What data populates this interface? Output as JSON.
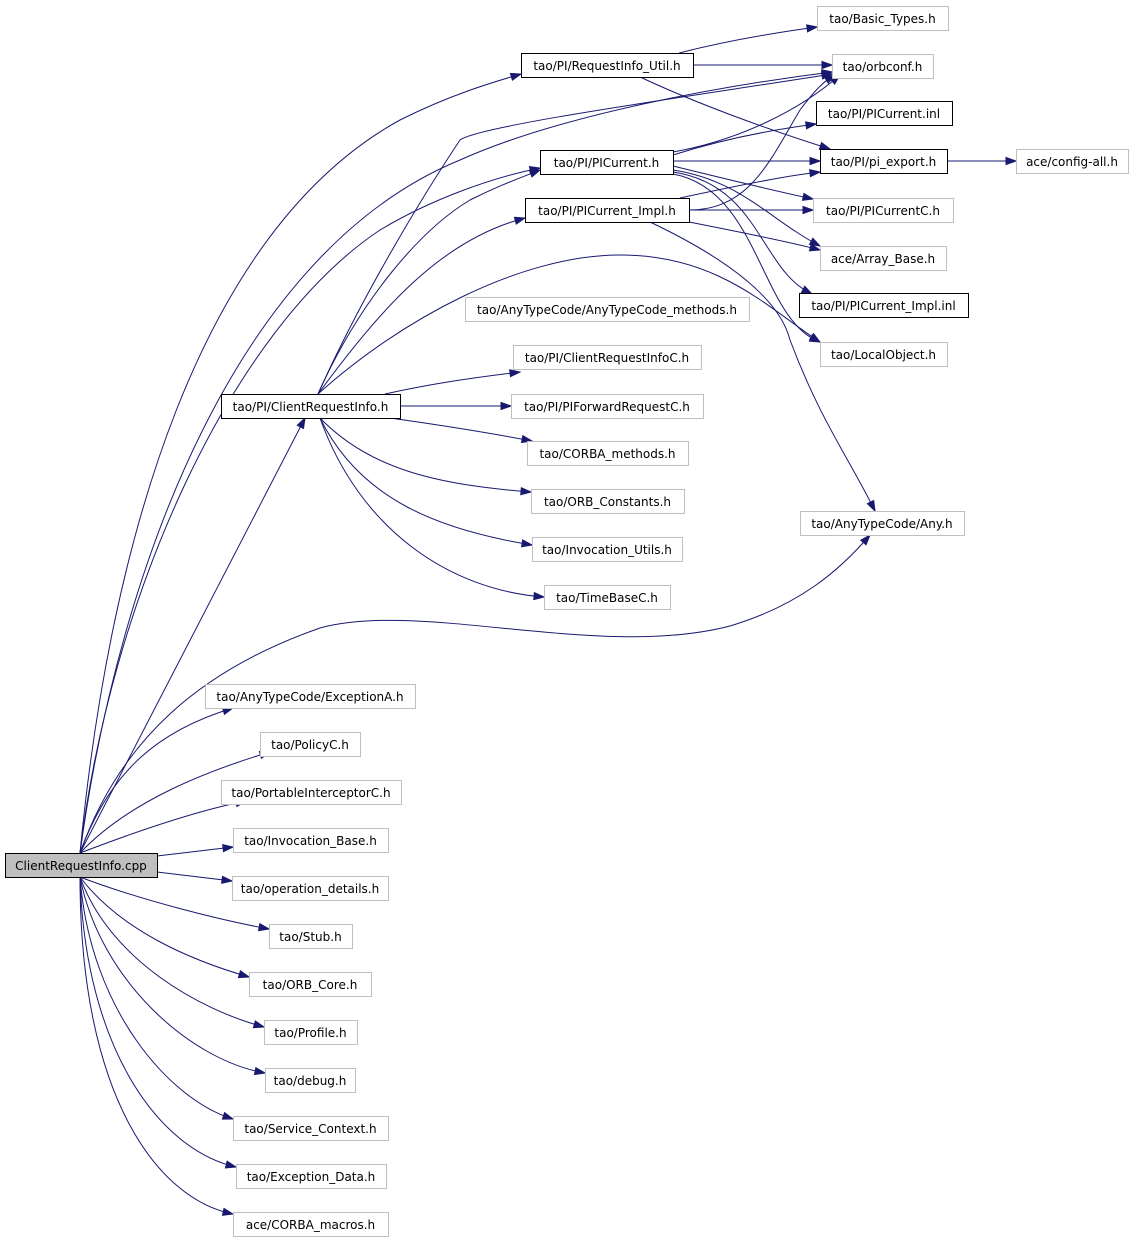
{
  "graph": {
    "type": "include-dependency-graph",
    "colors": {
      "edge": "#191970",
      "root_fill": "#bfbfbf",
      "node_border_strong": "#000000",
      "node_border_weak": "#bfbfbf"
    },
    "nodes": [
      {
        "id": "root",
        "label": "ClientRequestInfo.cpp",
        "style": "root"
      },
      {
        "id": "ri_util",
        "label": "tao/PI/RequestInfo_Util.h",
        "style": "strong"
      },
      {
        "id": "basic_types",
        "label": "tao/Basic_Types.h",
        "style": "weak"
      },
      {
        "id": "orbconf",
        "label": "tao/orbconf.h",
        "style": "weak"
      },
      {
        "id": "picur_inl",
        "label": "tao/PI/PICurrent.inl",
        "style": "strong"
      },
      {
        "id": "picur",
        "label": "tao/PI/PICurrent.h",
        "style": "strong"
      },
      {
        "id": "pi_export",
        "label": "tao/PI/pi_export.h",
        "style": "strong"
      },
      {
        "id": "config_all",
        "label": "ace/config-all.h",
        "style": "weak"
      },
      {
        "id": "picur_impl",
        "label": "tao/PI/PICurrent_Impl.h",
        "style": "strong"
      },
      {
        "id": "picurC",
        "label": "tao/PI/PICurrentC.h",
        "style": "weak"
      },
      {
        "id": "array_base",
        "label": "ace/Array_Base.h",
        "style": "weak"
      },
      {
        "id": "picur_impl_inl",
        "label": "tao/PI/PICurrent_Impl.inl",
        "style": "strong"
      },
      {
        "id": "atc_methods",
        "label": "tao/AnyTypeCode/AnyTypeCode_methods.h",
        "style": "weak"
      },
      {
        "id": "localobj",
        "label": "tao/LocalObject.h",
        "style": "weak"
      },
      {
        "id": "criC",
        "label": "tao/PI/ClientRequestInfoC.h",
        "style": "weak"
      },
      {
        "id": "cri_h",
        "label": "tao/PI/ClientRequestInfo.h",
        "style": "strong"
      },
      {
        "id": "pifwd",
        "label": "tao/PI/PIForwardRequestC.h",
        "style": "weak"
      },
      {
        "id": "corba_methods",
        "label": "tao/CORBA_methods.h",
        "style": "weak"
      },
      {
        "id": "orb_const",
        "label": "tao/ORB_Constants.h",
        "style": "weak"
      },
      {
        "id": "any_h",
        "label": "tao/AnyTypeCode/Any.h",
        "style": "weak"
      },
      {
        "id": "inv_utils",
        "label": "tao/Invocation_Utils.h",
        "style": "weak"
      },
      {
        "id": "timebase",
        "label": "tao/TimeBaseC.h",
        "style": "weak"
      },
      {
        "id": "excA",
        "label": "tao/AnyTypeCode/ExceptionA.h",
        "style": "weak"
      },
      {
        "id": "policyC",
        "label": "tao/PolicyC.h",
        "style": "weak"
      },
      {
        "id": "piC",
        "label": "tao/PortableInterceptorC.h",
        "style": "weak"
      },
      {
        "id": "inv_base",
        "label": "tao/Invocation_Base.h",
        "style": "weak"
      },
      {
        "id": "op_details",
        "label": "tao/operation_details.h",
        "style": "weak"
      },
      {
        "id": "stub",
        "label": "tao/Stub.h",
        "style": "weak"
      },
      {
        "id": "orb_core",
        "label": "tao/ORB_Core.h",
        "style": "weak"
      },
      {
        "id": "profile",
        "label": "tao/Profile.h",
        "style": "weak"
      },
      {
        "id": "debug",
        "label": "tao/debug.h",
        "style": "weak"
      },
      {
        "id": "svc_ctx",
        "label": "tao/Service_Context.h",
        "style": "weak"
      },
      {
        "id": "exc_data",
        "label": "tao/Exception_Data.h",
        "style": "weak"
      },
      {
        "id": "corba_macros",
        "label": "ace/CORBA_macros.h",
        "style": "weak"
      }
    ],
    "edges": [
      [
        "root",
        "ri_util"
      ],
      [
        "root",
        "orbconf"
      ],
      [
        "root",
        "picur"
      ],
      [
        "root",
        "cri_h"
      ],
      [
        "root",
        "any_h"
      ],
      [
        "root",
        "excA"
      ],
      [
        "root",
        "policyC"
      ],
      [
        "root",
        "piC"
      ],
      [
        "root",
        "inv_base"
      ],
      [
        "root",
        "op_details"
      ],
      [
        "root",
        "stub"
      ],
      [
        "root",
        "orb_core"
      ],
      [
        "root",
        "profile"
      ],
      [
        "root",
        "debug"
      ],
      [
        "root",
        "svc_ctx"
      ],
      [
        "root",
        "exc_data"
      ],
      [
        "root",
        "corba_macros"
      ],
      [
        "ri_util",
        "basic_types"
      ],
      [
        "ri_util",
        "orbconf"
      ],
      [
        "ri_util",
        "pi_export"
      ],
      [
        "picur",
        "picur_inl"
      ],
      [
        "picur",
        "orbconf"
      ],
      [
        "picur",
        "pi_export"
      ],
      [
        "picur",
        "picurC"
      ],
      [
        "picur",
        "array_base"
      ],
      [
        "picur",
        "picur_impl_inl"
      ],
      [
        "picur",
        "localobj"
      ],
      [
        "picur_impl",
        "orbconf"
      ],
      [
        "picur_impl",
        "pi_export"
      ],
      [
        "picur_impl",
        "picurC"
      ],
      [
        "picur_impl",
        "array_base"
      ],
      [
        "picur_impl",
        "any_h"
      ],
      [
        "pi_export",
        "config_all"
      ],
      [
        "cri_h",
        "orbconf"
      ],
      [
        "cri_h",
        "picur"
      ],
      [
        "cri_h",
        "picur_impl"
      ],
      [
        "cri_h",
        "localobj"
      ],
      [
        "cri_h",
        "criC"
      ],
      [
        "cri_h",
        "pifwd"
      ],
      [
        "cri_h",
        "corba_methods"
      ],
      [
        "cri_h",
        "orb_const"
      ],
      [
        "cri_h",
        "inv_utils"
      ],
      [
        "cri_h",
        "timebase"
      ]
    ]
  }
}
